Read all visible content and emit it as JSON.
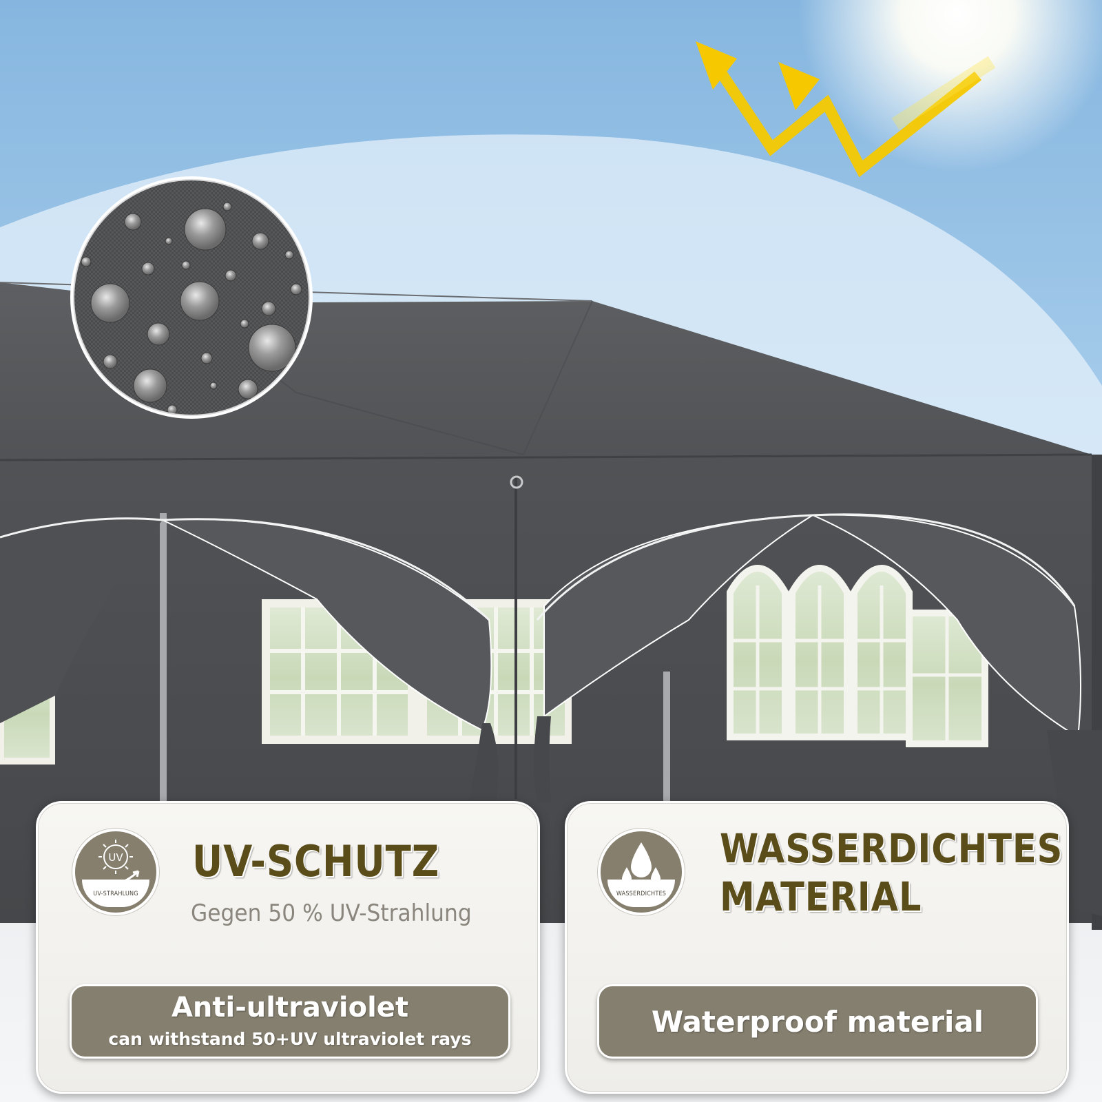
{
  "uv_card": {
    "badge_label": "UV-STRAHLUNG",
    "badge_symbol": "UV",
    "title": "UV-SCHUTZ",
    "subtitle": "Gegen 50 % UV-Strahlung",
    "pill_title": "Anti-ultraviolet",
    "pill_subtitle": "can withstand 50+UV ultraviolet rays"
  },
  "water_card": {
    "badge_label": "WASSERDICHTES",
    "title_line1": "WASSERDICHTES",
    "title_line2": "MATERIAL",
    "pill_title": "Waterproof material"
  },
  "colors": {
    "sky": "#9cc6ea",
    "tent_fabric": "#55575a",
    "card_bg": "#f3f2ee",
    "heading_text": "#5a4d1a",
    "pill_bg": "#857f6f",
    "sun_arrow": "#f5c800"
  },
  "icons": {
    "uv_badge": "uv-sun-shield-icon",
    "water_badge": "water-drops-icon",
    "sun_arrows": "sun-reflection-arrows-icon",
    "fabric_zoom": "water-droplets-fabric-closeup"
  }
}
